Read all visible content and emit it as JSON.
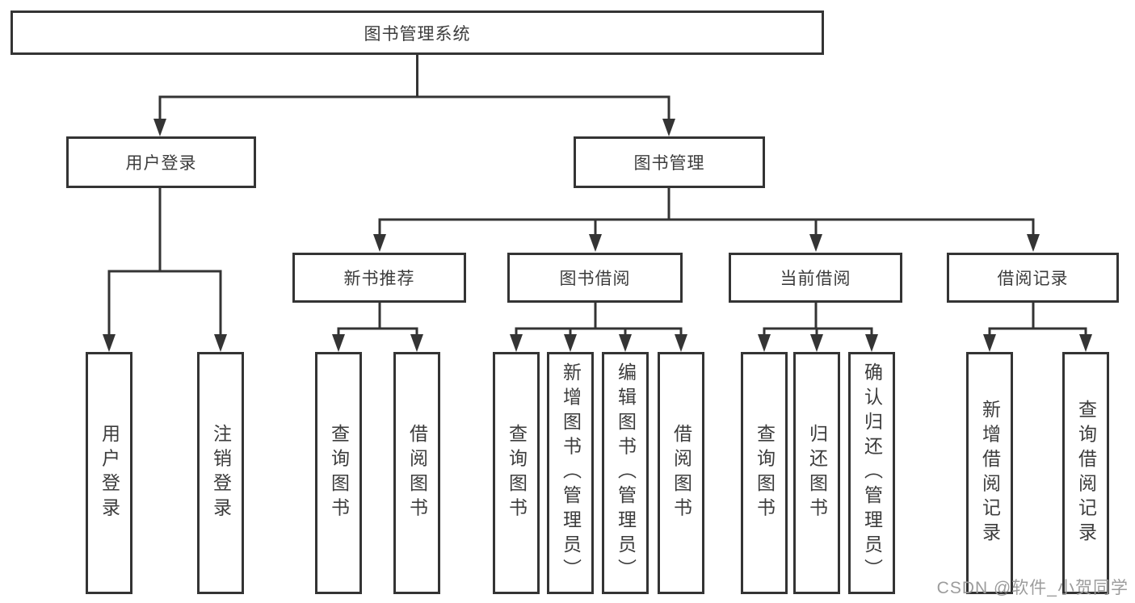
{
  "diagram": {
    "root": {
      "label": "图书管理系统"
    },
    "branches": [
      {
        "label": "用户登录",
        "children": [
          {
            "label": "用户登录"
          },
          {
            "label": "注销登录"
          }
        ]
      },
      {
        "label": "图书管理",
        "children": [
          {
            "label": "新书推荐",
            "children": [
              {
                "label": "查询图书"
              },
              {
                "label": "借阅图书"
              }
            ]
          },
          {
            "label": "图书借阅",
            "children": [
              {
                "label": "查询图书"
              },
              {
                "label": "新增图书（管理员）"
              },
              {
                "label": "编辑图书（管理员）"
              },
              {
                "label": "借阅图书"
              }
            ]
          },
          {
            "label": "当前借阅",
            "children": [
              {
                "label": "查询图书"
              },
              {
                "label": "归还图书"
              },
              {
                "label": "确认归还（管理员）"
              }
            ]
          },
          {
            "label": "借阅记录",
            "children": [
              {
                "label": "新增借阅记录"
              },
              {
                "label": "查询借阅记录"
              }
            ]
          }
        ]
      }
    ]
  },
  "watermark": {
    "text": "CSDN @软件_小贺同学"
  },
  "colors": {
    "line": "#343434",
    "text": "#3c3c3c",
    "watermark": "#9c9c9c",
    "background": "#ffffff"
  }
}
